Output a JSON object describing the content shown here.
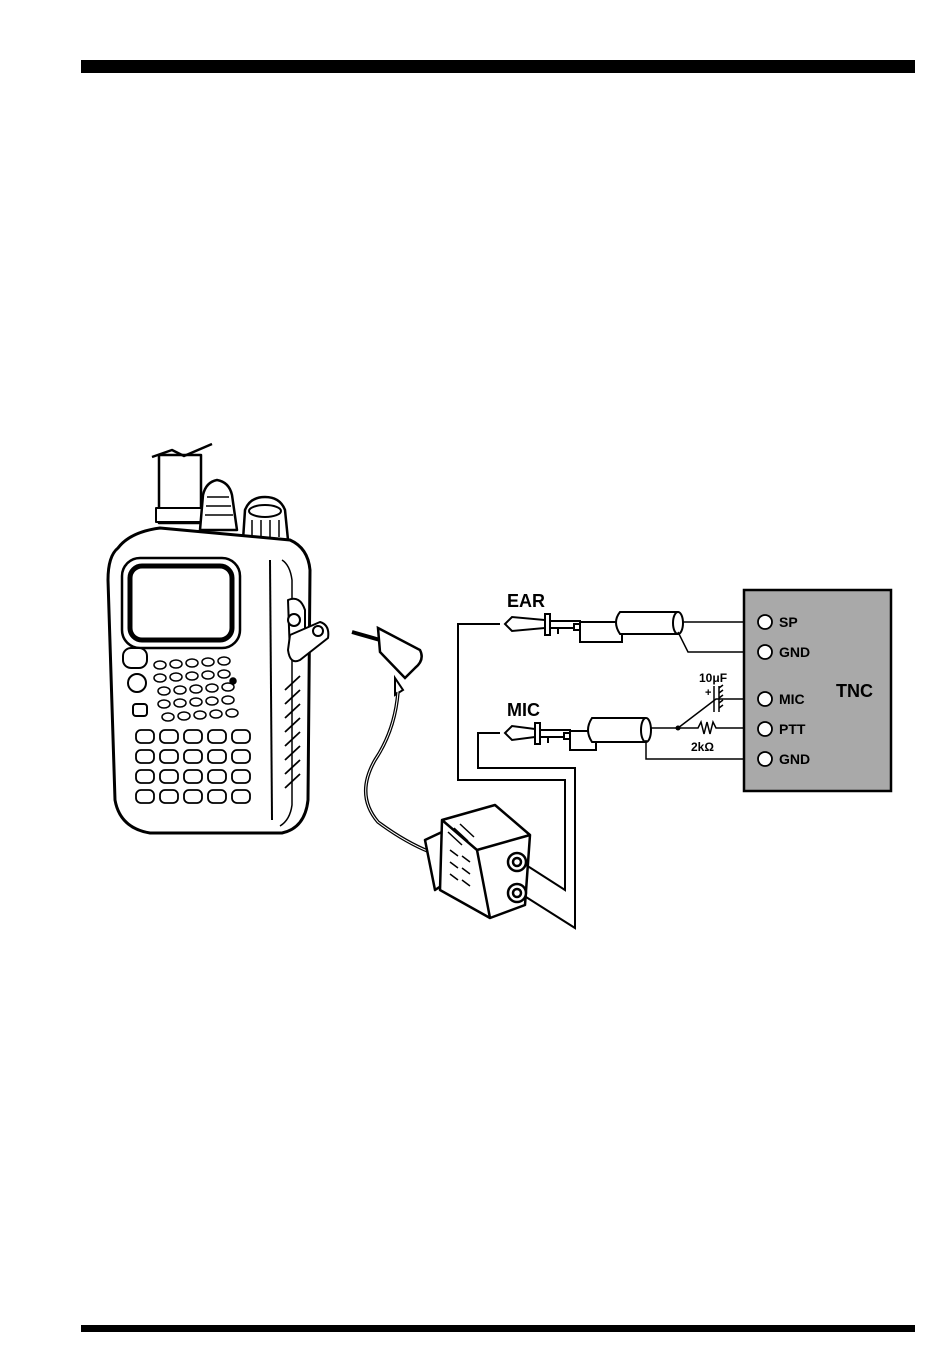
{
  "diagram": {
    "jack_labels": {
      "ear": "EAR",
      "mic": "MIC"
    },
    "tnc": {
      "title": "TNC",
      "fill": "#a9a9a9",
      "pins": [
        "SP",
        "GND",
        "MIC",
        "PTT",
        "GND"
      ]
    },
    "components": {
      "capacitor": {
        "value": "10μF",
        "polarity": "+"
      },
      "resistor": {
        "value": "2kΩ"
      }
    }
  }
}
